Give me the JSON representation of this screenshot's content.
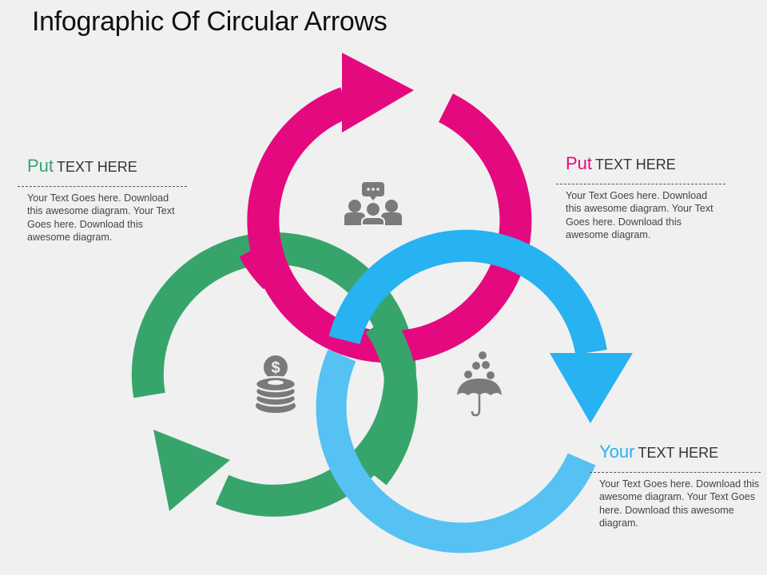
{
  "title": "Infographic Of Circular Arrows",
  "colors": {
    "pink": "#e5097f",
    "green": "#37a56b",
    "blue": "#27b2f2",
    "blue_light": "#55c2f3",
    "icon": "#7a7a7a",
    "background": "#f0f0f0"
  },
  "blocks": [
    {
      "lead": "Put",
      "caps": "TEXT HERE",
      "color": "#37a56b",
      "body": "Your Text Goes here. Download this awesome diagram. Your Text Goes here. Download this awesome diagram."
    },
    {
      "lead": "Put",
      "caps": "TEXT HERE",
      "color": "#e5097f",
      "body": "Your Text Goes here. Download this awesome diagram. Your Text Goes here. Download this awesome diagram."
    },
    {
      "lead": "Your",
      "caps": "TEXT HERE",
      "color": "#27b2f2",
      "body": "Your Text Goes here. Download this awesome diagram. Your Text Goes here. Download this awesome diagram."
    }
  ],
  "icons": {
    "top": "team-chat-icon",
    "left": "dollar-coins-icon",
    "right": "umbrella-money-icon"
  }
}
